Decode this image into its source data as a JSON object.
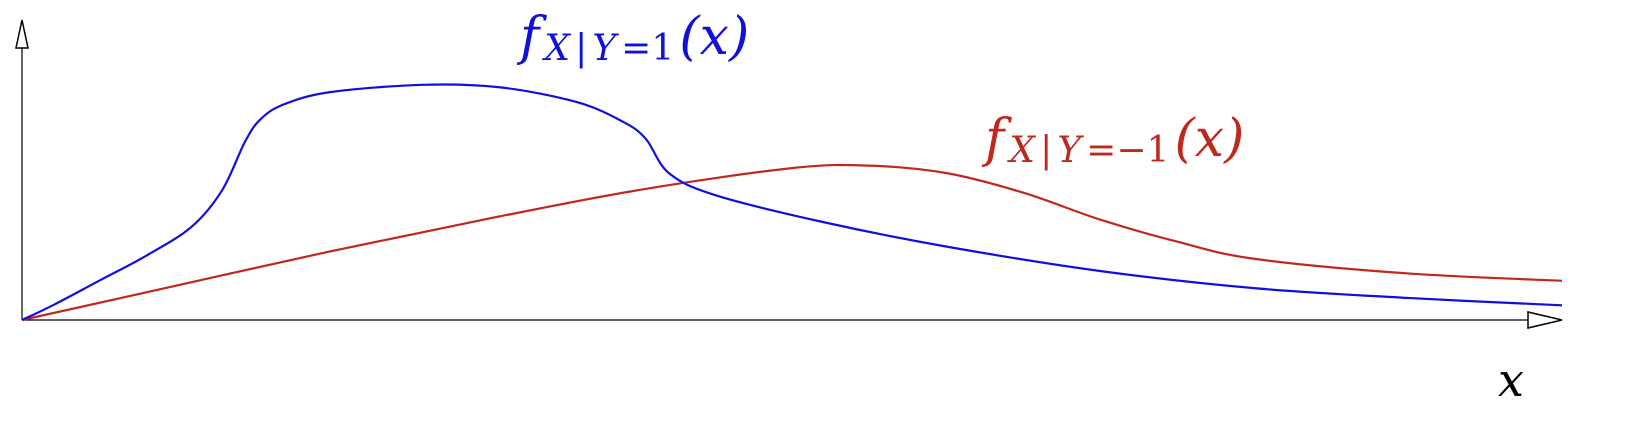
{
  "chart_data": {
    "type": "line",
    "title": "",
    "xlabel": "x",
    "ylabel": "",
    "grid": false,
    "legend": "none",
    "xlim": [
      0,
      10
    ],
    "ylim": [
      0,
      1
    ],
    "series": [
      {
        "name": "f_{X|Y=1}(x)",
        "label": {
          "f": "f",
          "sub_left": "X",
          "sub_bar": "|",
          "sub_right": "Y",
          "sub_eq": "=1",
          "arg": "(x)"
        },
        "color": "#1010dd",
        "x": [
          0.0,
          0.2,
          0.5,
          0.8,
          1.1,
          1.3,
          1.45,
          1.55,
          1.7,
          2.0,
          2.6,
          3.1,
          3.6,
          3.9,
          4.05,
          4.2,
          4.5,
          5.2,
          6.0,
          7.0,
          8.0,
          9.0,
          10.0
        ],
        "y": [
          0.0,
          0.06,
          0.16,
          0.26,
          0.38,
          0.53,
          0.73,
          0.82,
          0.88,
          0.93,
          0.96,
          0.95,
          0.89,
          0.81,
          0.74,
          0.6,
          0.51,
          0.4,
          0.3,
          0.2,
          0.13,
          0.09,
          0.06
        ]
      },
      {
        "name": "f_{X|Y=-1}(x)",
        "label": {
          "f": "f",
          "sub_left": "X",
          "sub_bar": "|",
          "sub_right": "Y",
          "sub_eq": "=−1",
          "arg": "(x)"
        },
        "color": "#c0281e",
        "x": [
          0.0,
          1.0,
          2.0,
          3.0,
          4.0,
          5.0,
          5.5,
          6.0,
          6.5,
          7.0,
          7.5,
          8.0,
          9.0,
          10.0
        ],
        "y": [
          0.0,
          0.14,
          0.28,
          0.41,
          0.53,
          0.62,
          0.63,
          0.6,
          0.52,
          0.41,
          0.32,
          0.25,
          0.19,
          0.16
        ]
      }
    ]
  }
}
